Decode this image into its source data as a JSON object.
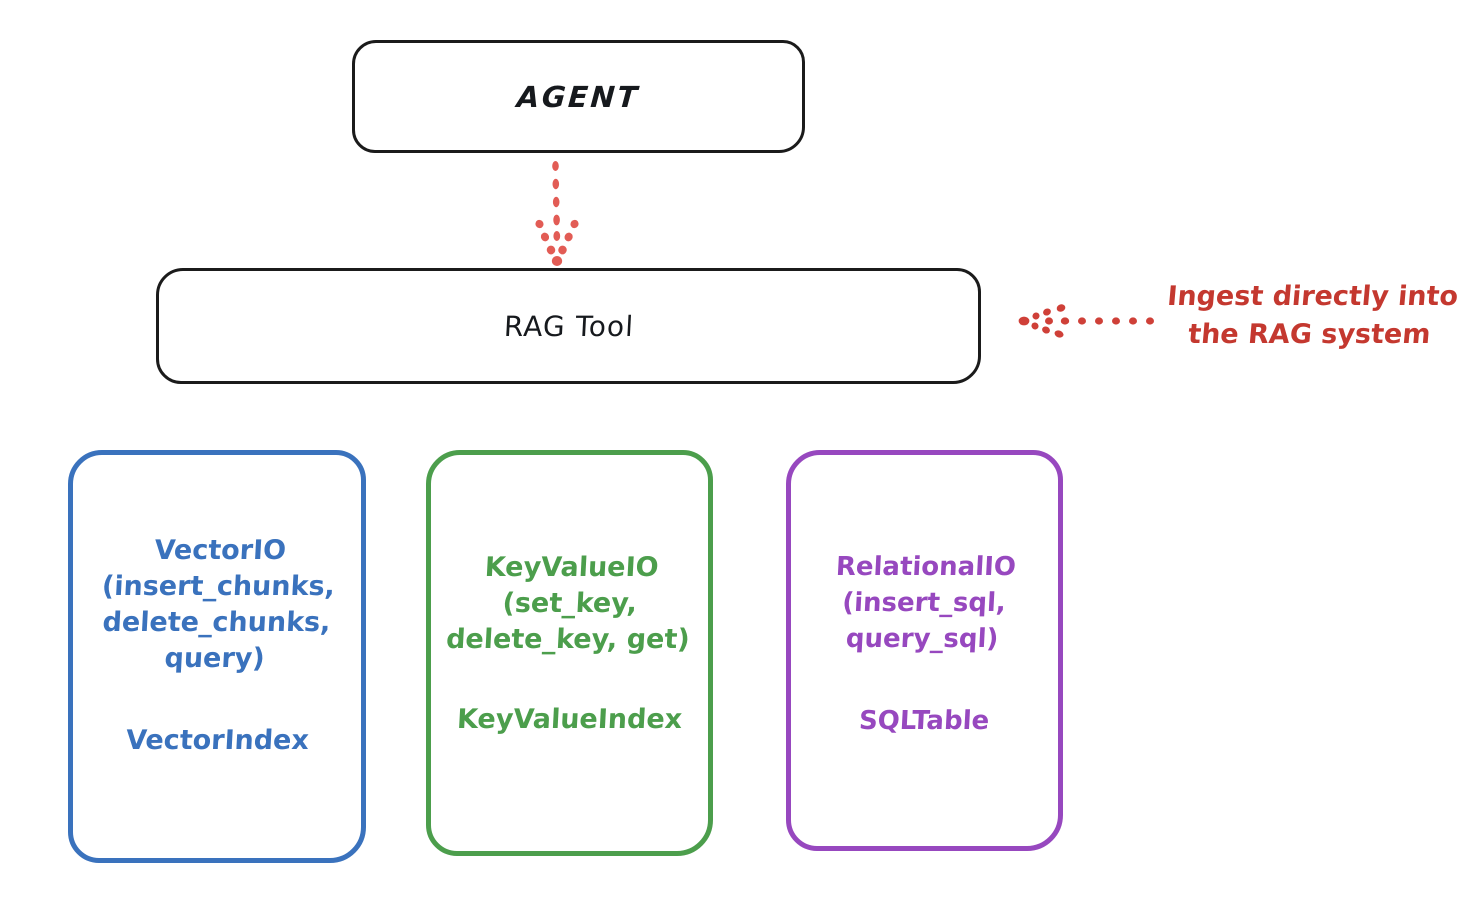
{
  "diagram": {
    "background_color": "#ffffff",
    "nodes": {
      "agent": {
        "label": "AGENT",
        "border_color": "#1b1b1b"
      },
      "rag_tool": {
        "label": "RAG Tool",
        "border_color": "#1b1b1b"
      },
      "vector_io": {
        "api_label": "VectorIO\n(insert_chunks,\ndelete_chunks,\nquery)",
        "index_label": "VectorIndex",
        "color": "#3a72bd"
      },
      "key_value_io": {
        "api_label": "KeyValueIO\n(set_key,\ndelete_key, get)",
        "index_label": "KeyValueIndex",
        "color": "#4c9e4c"
      },
      "relational_io": {
        "api_label": "RelationalIO\n(insert_sql,\nquery_sql)",
        "index_label": "SQLTable",
        "color": "#9748bf"
      }
    },
    "annotations": {
      "ingest": {
        "line1": "Ingest directly into",
        "line2": "the RAG system",
        "color": "#c4382f"
      }
    },
    "edges": {
      "agent_to_rag": {
        "style": "dotted",
        "direction": "down",
        "color": "#e25c55"
      },
      "ingest_to_rag": {
        "style": "dotted",
        "direction": "left",
        "color": "#cf4038"
      }
    }
  }
}
